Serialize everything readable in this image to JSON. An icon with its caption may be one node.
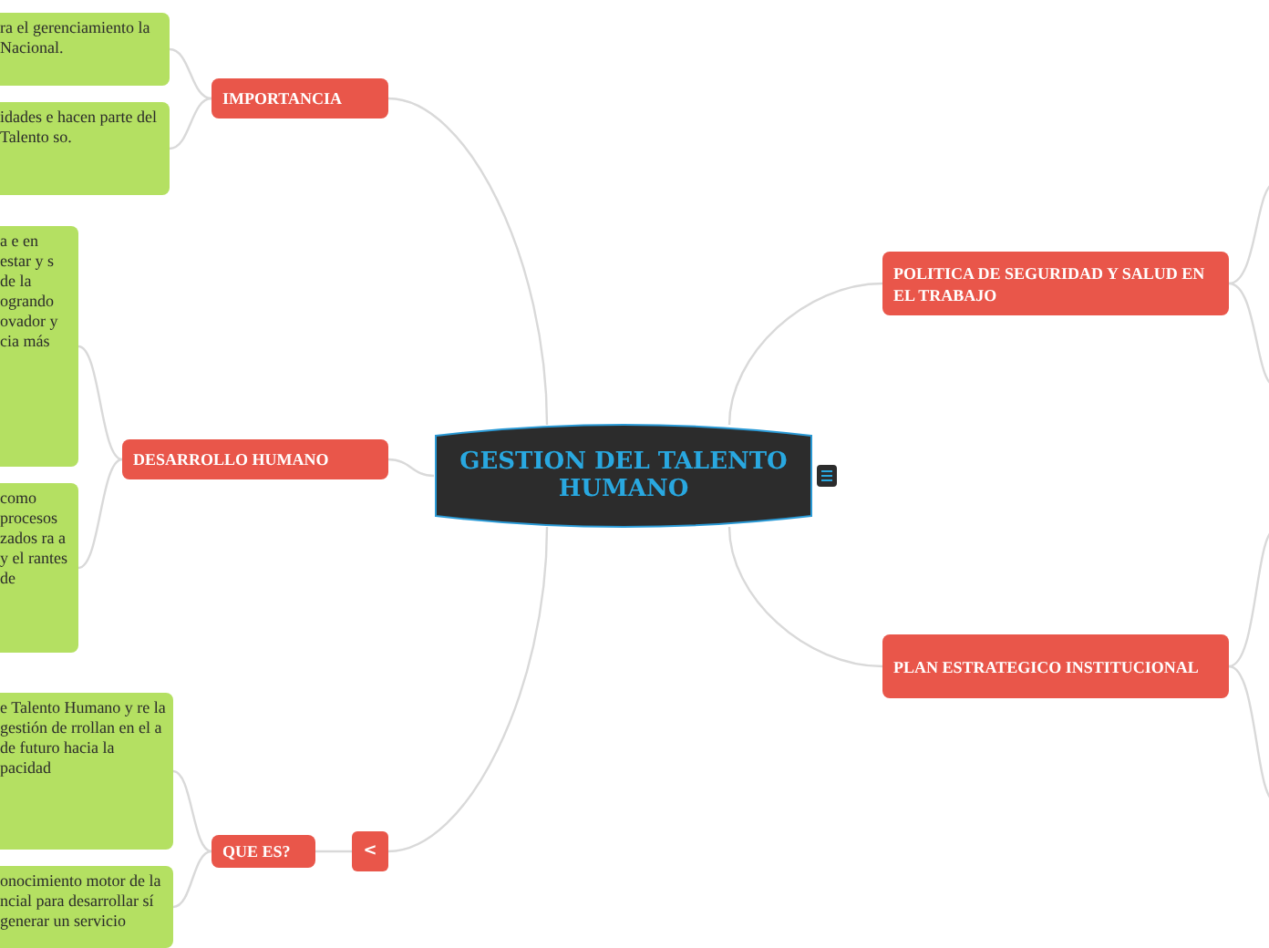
{
  "diagram": {
    "nodes": [
      {
        "text": [
          "GESTION DEL TALENTO HUMANO"
        ]
      },
      {
        "text": [
          "IMPORTANCIA"
        ]
      },
      {
        "text": [
          "ra el gerenciamiento la Nacional."
        ]
      },
      {
        "text": [
          "idades e hacen parte del Talento so."
        ]
      },
      {
        "text": [
          "DESARROLLO HUMANO"
        ]
      },
      {
        "text": [
          "a e en estar y s de la ogrando ovador y cia más"
        ]
      },
      {
        "text": [
          "como procesos zados ra a y el rantes de"
        ]
      },
      {
        "text": [
          "<"
        ]
      },
      {
        "text": [
          "QUE ES?"
        ]
      },
      {
        "text": [
          "e Talento Humano y re la gestión de rrollan en el a de futuro hacia la pacidad"
        ]
      },
      {
        "text": [
          "onocimiento motor de la ncial para desarrollar sí generar un servicio"
        ]
      },
      {
        "text": [
          "POLITICA DE SEGURIDAD Y SALUD EN EL TRABAJO"
        ]
      },
      {
        "text": [
          "PLAN ESTRATEGICO INSTITUCIONAL"
        ]
      }
    ],
    "edges": [
      {
        "from": 0,
        "to": 1,
        "arrow": "none"
      },
      {
        "from": 1,
        "to": 2,
        "arrow": "none"
      },
      {
        "from": 1,
        "to": 3,
        "arrow": "none"
      },
      {
        "from": 0,
        "to": 4,
        "arrow": "none"
      },
      {
        "from": 4,
        "to": 5,
        "arrow": "none"
      },
      {
        "from": 4,
        "to": 6,
        "arrow": "none"
      },
      {
        "from": 0,
        "to": 7,
        "arrow": "none"
      },
      {
        "from": 7,
        "to": 8,
        "arrow": "none"
      },
      {
        "from": 8,
        "to": 9,
        "arrow": "none"
      },
      {
        "from": 8,
        "to": 10,
        "arrow": "none"
      },
      {
        "from": 0,
        "to": 11,
        "arrow": "none"
      },
      {
        "from": 0,
        "to": 12,
        "arrow": "none"
      },
      {
        "from": 11,
        "to": null,
        "arrow": "none"
      },
      {
        "from": 11,
        "to": null,
        "arrow": "none"
      },
      {
        "from": 12,
        "to": null,
        "arrow": "none"
      },
      {
        "from": 12,
        "to": null,
        "arrow": "none"
      }
    ]
  }
}
